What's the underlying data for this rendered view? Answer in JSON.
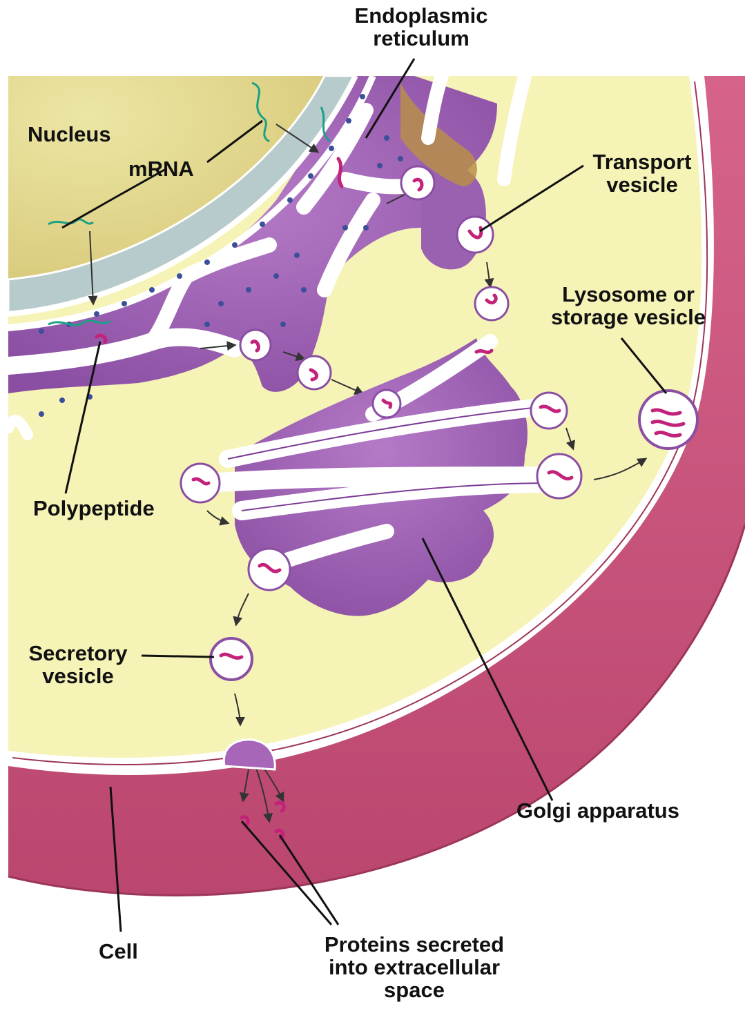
{
  "diagram": {
    "colors": {
      "cytoplasm": "#f5f3b6",
      "membrane": "#c9557a",
      "extracellular": "#e07a9a",
      "nucleus": "#e7dc8a",
      "envelope": "#b9cbc9",
      "er_purple": "#8f5aa8",
      "golgi_purple": "#a766b8",
      "protein": "#c2227a",
      "mrna": "#1aa085"
    },
    "labels": {
      "er": [
        "Endoplasmic",
        "reticulum"
      ],
      "nucleus": "Nucleus",
      "mrna": "mRNA",
      "transport": [
        "Transport",
        "vesicle"
      ],
      "lysosome": [
        "Lysosome or",
        "storage vesicle"
      ],
      "polypeptide": "Polypeptide",
      "secretory": [
        "Secretory",
        "vesicle"
      ],
      "golgi": "Golgi apparatus",
      "cell": "Cell",
      "proteins": [
        "Proteins secreted",
        "into extracellular",
        "space"
      ]
    }
  }
}
